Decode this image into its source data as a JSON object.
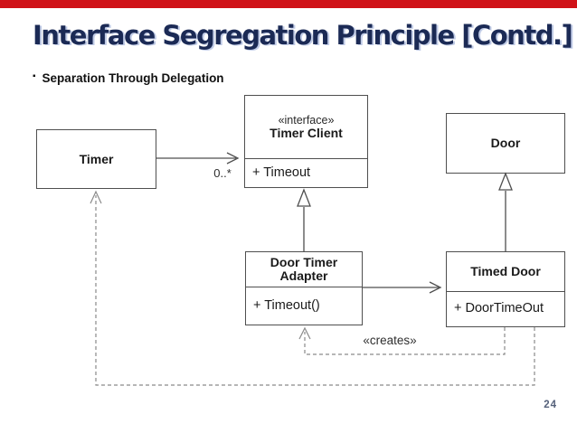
{
  "slide": {
    "title": "Interface Segregation Principle [Contd.]",
    "bullet_glyph": "▪",
    "bullet_text": "Separation Through Delegation",
    "page_number": "24",
    "accent_bar_color": "#d01218",
    "title_color": "#1b2a55"
  },
  "diagram": {
    "timer": {
      "name": "Timer"
    },
    "timer_client": {
      "stereotype": "«interface»",
      "name": "Timer Client",
      "member": "+ Timeout"
    },
    "door": {
      "name": "Door"
    },
    "door_timer_adapter": {
      "name_line1": "Door Timer",
      "name_line2": "Adapter",
      "member": "+ Timeout()"
    },
    "timed_door": {
      "name": "Timed Door",
      "member": "+ DoorTimeOut"
    },
    "labels": {
      "multiplicity": "0..*",
      "creates": "«creates»"
    }
  }
}
